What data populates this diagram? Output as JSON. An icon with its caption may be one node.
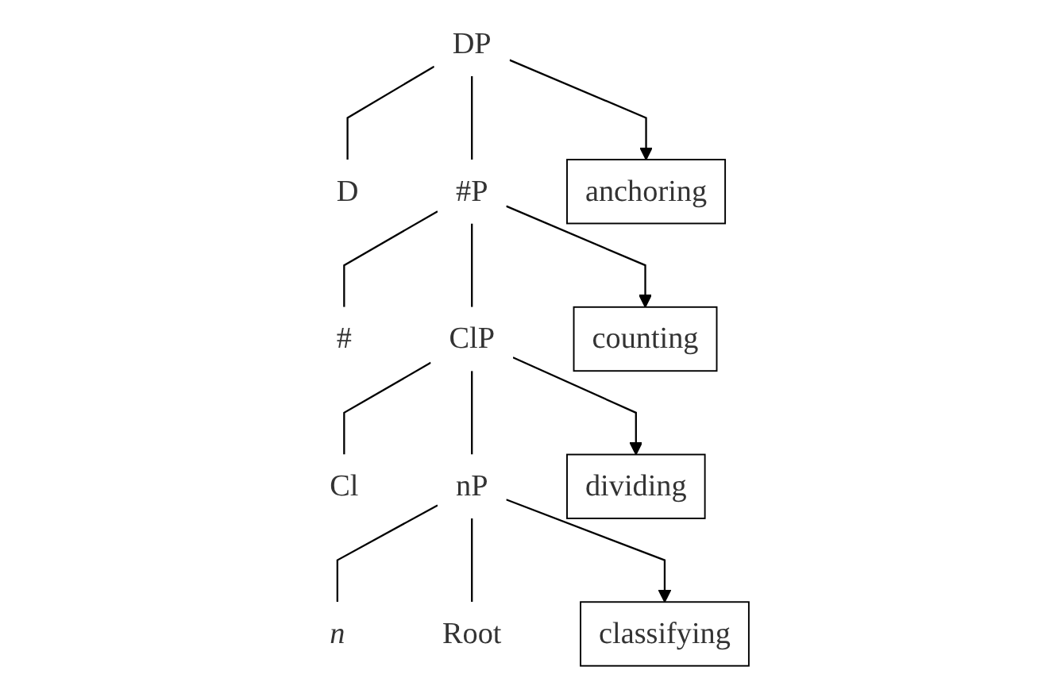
{
  "diagram": {
    "nodes": [
      {
        "text": [
          "DP"
        ]
      },
      {
        "text": [
          "anchoring"
        ]
      },
      {
        "text": [
          "D"
        ]
      },
      {
        "text": [
          "#P"
        ]
      },
      {
        "text": [
          "counting"
        ]
      },
      {
        "text": [
          "#"
        ]
      },
      {
        "text": [
          "ClP"
        ]
      },
      {
        "text": [
          "dividing"
        ]
      },
      {
        "text": [
          "Cl"
        ]
      },
      {
        "text": [
          "nP"
        ]
      },
      {
        "text": [
          "classifying"
        ]
      },
      {
        "text": [
          "n"
        ]
      },
      {
        "text": [
          "Root"
        ]
      }
    ],
    "edges": [
      {
        "from": 0,
        "to": 2,
        "arrow": "none"
      },
      {
        "from": 0,
        "to": 3,
        "arrow": "none"
      },
      {
        "from": 3,
        "to": 5,
        "arrow": "none"
      },
      {
        "from": 3,
        "to": 6,
        "arrow": "none"
      },
      {
        "from": 6,
        "to": 8,
        "arrow": "none"
      },
      {
        "from": 6,
        "to": 9,
        "arrow": "none"
      },
      {
        "from": 9,
        "to": 11,
        "arrow": "none"
      },
      {
        "from": 9,
        "to": 12,
        "arrow": "none"
      },
      {
        "from": 0,
        "to": 1,
        "arrow": "to"
      },
      {
        "from": 3,
        "to": 4,
        "arrow": "to"
      },
      {
        "from": 6,
        "to": 7,
        "arrow": "to"
      },
      {
        "from": 9,
        "to": 10,
        "arrow": "to"
      }
    ]
  }
}
